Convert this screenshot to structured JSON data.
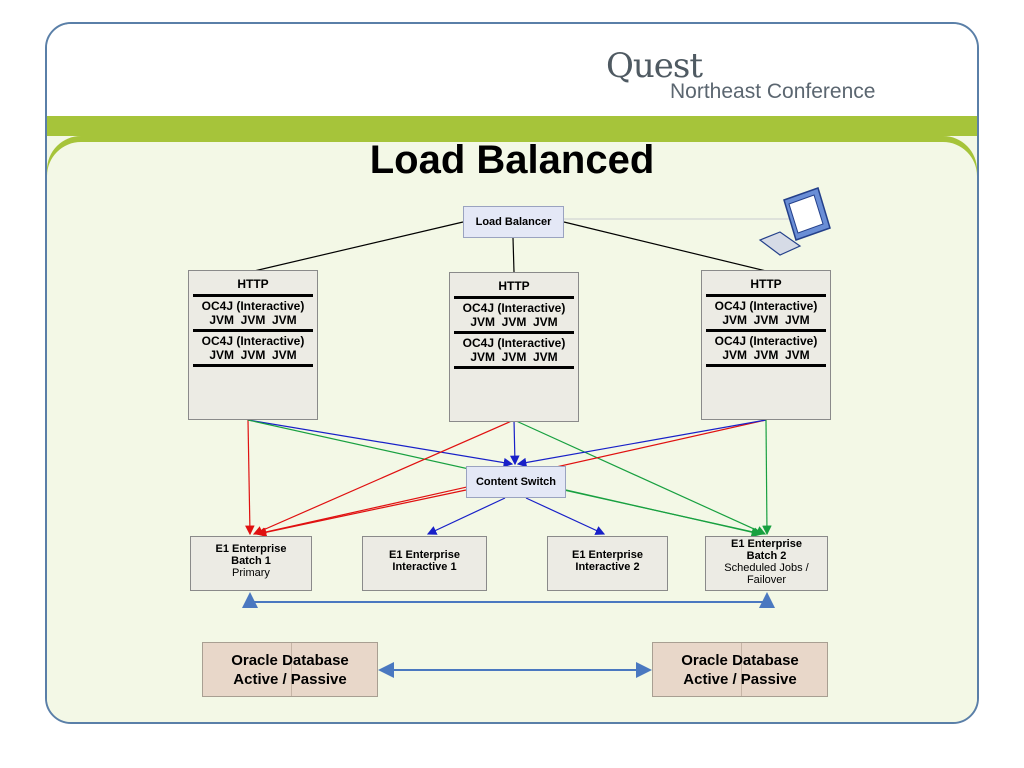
{
  "slide": {
    "title": "Load Balanced",
    "logo": {
      "brand": "Quest",
      "subtitle": "Northeast Conference"
    }
  },
  "diagram": {
    "load_balancer": "Load Balancer",
    "content_switch": "Content Switch",
    "servers": [
      {
        "http": "HTTP",
        "oc4j_1": "OC4J (Interactive)",
        "jvm_1": "JVM  JVM  JVM",
        "oc4j_2": "OC4J (Interactive)",
        "jvm_2": "JVM  JVM  JVM"
      },
      {
        "http": "HTTP",
        "oc4j_1": "OC4J (Interactive)",
        "jvm_1": "JVM  JVM  JVM",
        "oc4j_2": "OC4J (Interactive)",
        "jvm_2": "JVM  JVM  JVM"
      },
      {
        "http": "HTTP",
        "oc4j_1": "OC4J (Interactive)",
        "jvm_1": "JVM  JVM  JVM",
        "oc4j_2": "OC4J (Interactive)",
        "jvm_2": "JVM  JVM  JVM"
      }
    ],
    "enterprise": [
      {
        "line1": "E1 Enterprise",
        "line2": "Batch 1",
        "line3": "Primary",
        "line4": ""
      },
      {
        "line1": "E1 Enterprise",
        "line2": "Interactive 1",
        "line3": "",
        "line4": ""
      },
      {
        "line1": "E1 Enterprise",
        "line2": "Interactive 2",
        "line3": "",
        "line4": ""
      },
      {
        "line1": "E1 Enterprise",
        "line2": "Batch 2",
        "line3": "Scheduled Jobs /",
        "line4": "Failover"
      }
    ],
    "databases": [
      {
        "line1": "Oracle Database",
        "line2": "Active / Passive"
      },
      {
        "line1": "Oracle Database",
        "line2": "Active / Passive"
      }
    ],
    "colors": {
      "red": "#e01010",
      "green": "#18a040",
      "blue": "#1820c8",
      "link": "#4a78c0"
    }
  }
}
